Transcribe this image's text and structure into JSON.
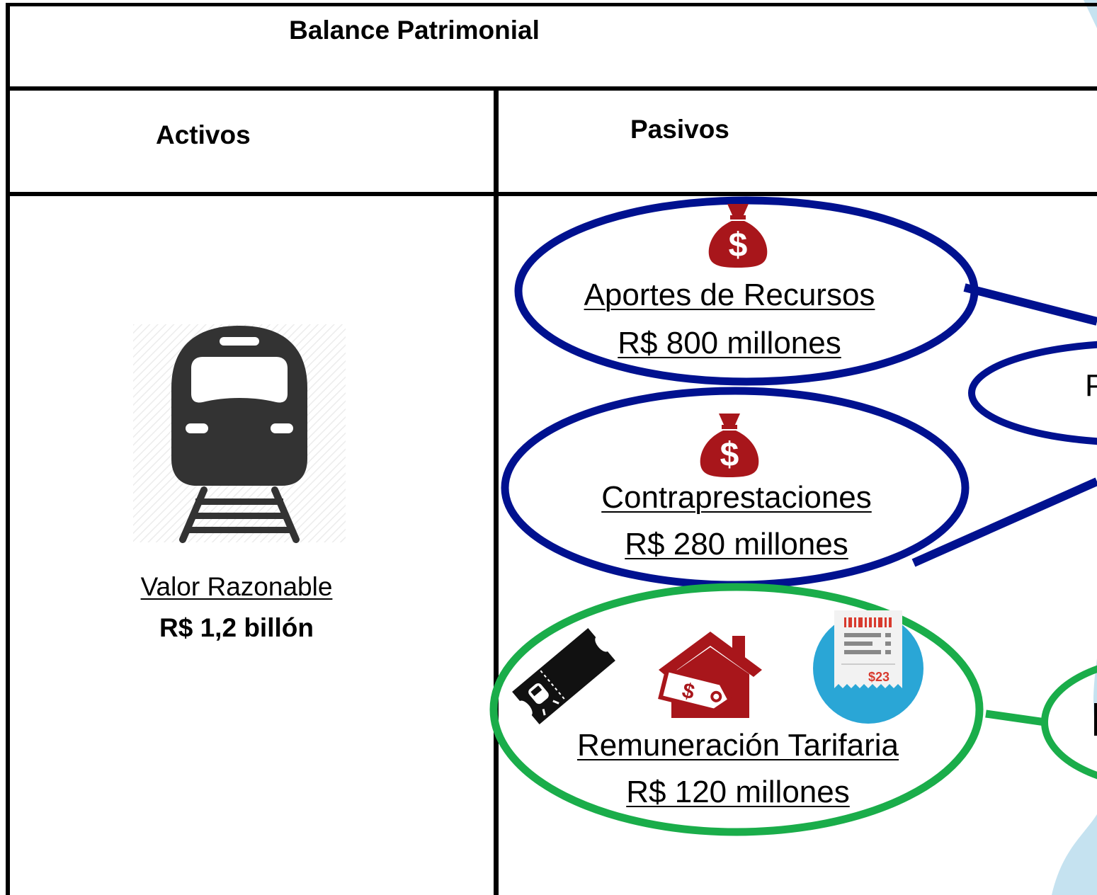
{
  "table": {
    "title": "Balance Patrimonial",
    "col_assets": "Activos",
    "col_liabilities": "Pasivos"
  },
  "assets": {
    "icon": "train-icon",
    "label": "Valor Razonable",
    "value": "R$ 1,2 billón"
  },
  "liabilities": [
    {
      "icon": "money-bag-icon",
      "label": "Aportes de Recursos",
      "value": "R$ 800 millones",
      "ring_color": "#00118f"
    },
    {
      "icon": "money-bag-icon",
      "label": "Contraprestaciones",
      "value": "R$ 280 millones",
      "ring_color": "#00118f"
    },
    {
      "icons": [
        "ticket-icon",
        "house-price-tag-icon",
        "receipt-icon"
      ],
      "label": "Remuneración Tarifaria",
      "value": "R$ 120 millones",
      "ring_color": "#1aad4a"
    }
  ],
  "cut_off": {
    "letter_p": "P"
  },
  "colors": {
    "money_bag": "#a8161b",
    "train": "#333333",
    "receipt_circle": "#2aa6d6",
    "blue_ring": "#00118f",
    "green_ring": "#1aad4a"
  }
}
